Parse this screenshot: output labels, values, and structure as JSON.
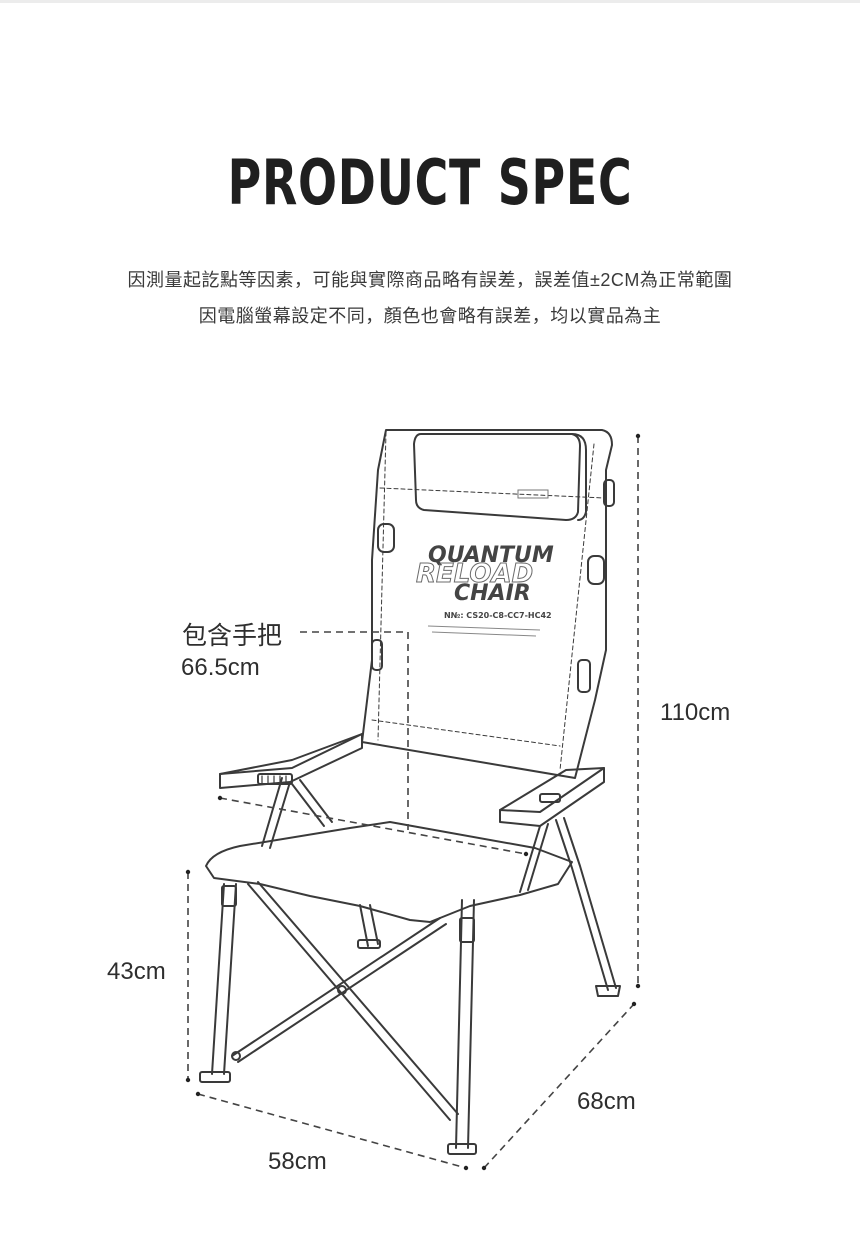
{
  "header": {
    "title": "PRODUCT SPEC"
  },
  "notes": {
    "line1": "因測量起訖點等因素，可能與實際商品略有誤差，誤差值±2CM為正常範圍",
    "line2": "因電腦螢幕設定不同，顏色也會略有誤差，均以實品為主"
  },
  "chair_print": {
    "line1": "QUANTUM",
    "line2": "CHAIR",
    "overlay": "RELOAD",
    "model": "N№: CS20-C8-CC7-HC42"
  },
  "dimensions": {
    "handle_label": "包含手把",
    "handle_height": "66.5cm",
    "total_height": "110cm",
    "seat_height": "43cm",
    "depth": "68cm",
    "width": "58cm"
  },
  "colors": {
    "line": "#3a3a3a",
    "dash": "#444444",
    "text": "#2b2b2b"
  }
}
